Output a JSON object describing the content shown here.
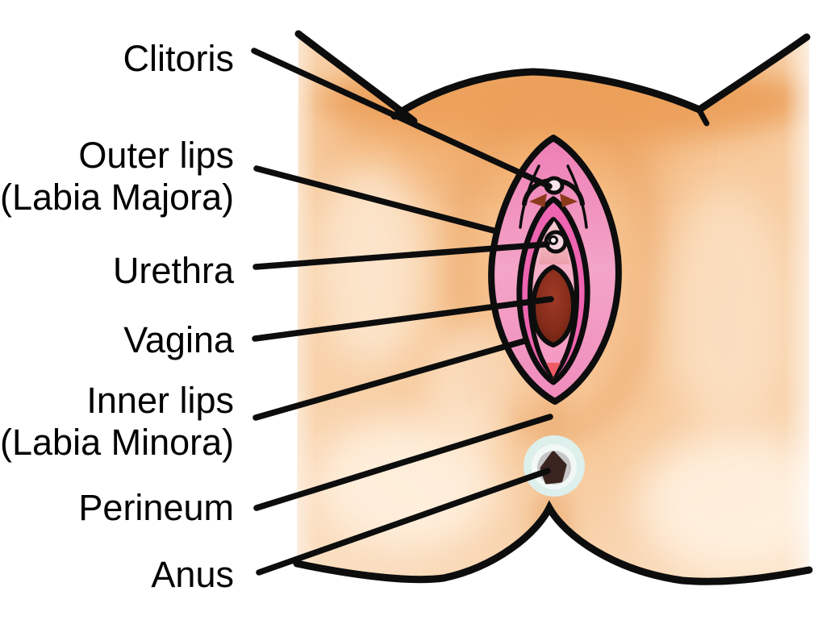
{
  "diagram": {
    "subject": "Female external genitalia (vulva) labeled anatomy diagram",
    "labels": [
      {
        "id": "clitoris",
        "lines": [
          "Clitoris"
        ]
      },
      {
        "id": "outer-lips",
        "lines": [
          "Outer lips",
          "(Labia Majora)"
        ]
      },
      {
        "id": "urethra",
        "lines": [
          "Urethra"
        ]
      },
      {
        "id": "vagina",
        "lines": [
          "Vagina"
        ]
      },
      {
        "id": "inner-lips",
        "lines": [
          "Inner lips",
          "(Labia Minora)"
        ]
      },
      {
        "id": "perineum",
        "lines": [
          "Perineum"
        ]
      },
      {
        "id": "anus",
        "lines": [
          "Anus"
        ]
      }
    ],
    "colors": {
      "background": "#ffffff",
      "label_text": "#000000",
      "outline_black": "#0d0d0d",
      "skin_base": "#f6c693",
      "skin_light_edge": "#fbe0c4",
      "skin_shadow_orange": "#e8944a",
      "skin_highlight": "#fff3e3",
      "vulva_outer_pink": "#f2a0c7",
      "vulva_inner_magenta": "#ee64b0",
      "vestibule_pink": "#f59cc6",
      "vestibule_light": "#f8cdd2",
      "clitoral_glans": "#fbe4ec",
      "hood_brown": "#8c3a1c",
      "vaginal_opening_dark": "#6e2416",
      "vaginal_opening_mid": "#9e3a26",
      "fourchette_red": "#ed5b64",
      "anus_halo": "#ddf0ec",
      "anus_ring_white": "#f2f8f6",
      "anus_ring_gray": "#c6c6c6",
      "anus_center": "#3a2420"
    }
  }
}
